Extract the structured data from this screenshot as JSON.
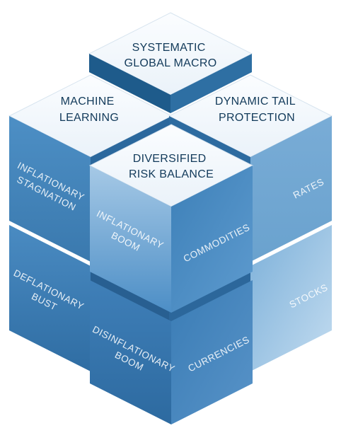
{
  "top_faces": {
    "systematic_global_macro": [
      "SYSTEMATIC",
      "GLOBAL MACRO"
    ],
    "machine_learning": [
      "MACHINE",
      "LEARNING"
    ],
    "dynamic_tail_protection": [
      "DYNAMIC TAIL",
      "PROTECTION"
    ],
    "diversified_risk_balance": [
      "DIVERSIFIED",
      "RISK BALANCE"
    ]
  },
  "left_faces": {
    "inflationary_stagnation": [
      "INFLATIONARY",
      "STAGNATION"
    ],
    "inflationary_boom": [
      "INFLATIONARY",
      "BOOM"
    ],
    "deflationary_bust": [
      "DEFLATIONARY",
      "BUST"
    ],
    "disinflationary_boom": [
      "DISINFLATIONARY",
      "BOOM"
    ]
  },
  "right_faces": {
    "rates": "RATES",
    "commodities": "COMMODITIES",
    "stocks": "STOCKS",
    "currencies": "CURRENCIES"
  },
  "colors": {
    "top_face": "#f6f9fc",
    "dark_face": "#1f5e8f",
    "mid_face": "#3f86bf",
    "light_face": "#7bb0da",
    "top_text": "#123a5a",
    "side_text": "#ffffff"
  }
}
